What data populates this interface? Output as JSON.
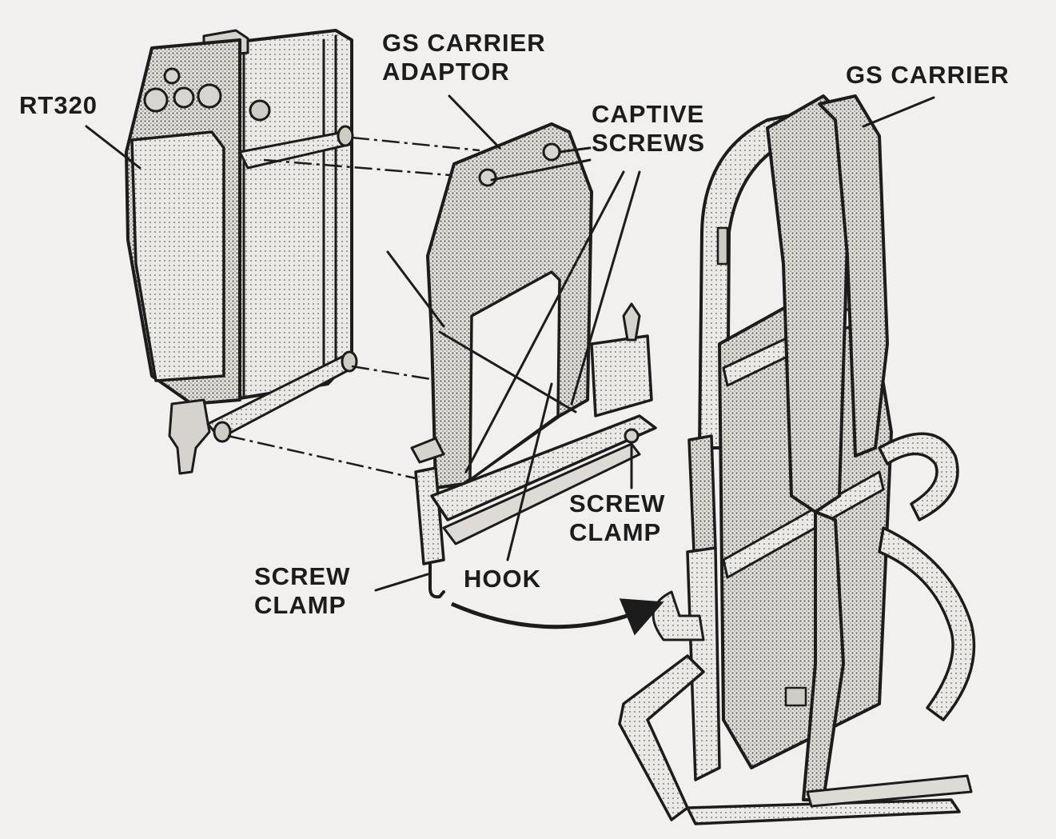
{
  "diagram": {
    "labels": {
      "rt320": "RT320",
      "adaptor_line1": "GS CARRIER",
      "adaptor_line2": "ADAPTOR",
      "carrier": "GS CARRIER",
      "captive_line1": "CAPTIVE",
      "captive_line2": "SCREWS",
      "clamp_right_line1": "SCREW",
      "clamp_right_line2": "CLAMP",
      "clamp_left_line1": "SCREW",
      "clamp_left_line2": "CLAMP",
      "hook": "HOOK"
    },
    "colors": {
      "ink": "#1c1c1c",
      "paper": "#f1f0ee",
      "shade": "#b9b6b0"
    }
  }
}
